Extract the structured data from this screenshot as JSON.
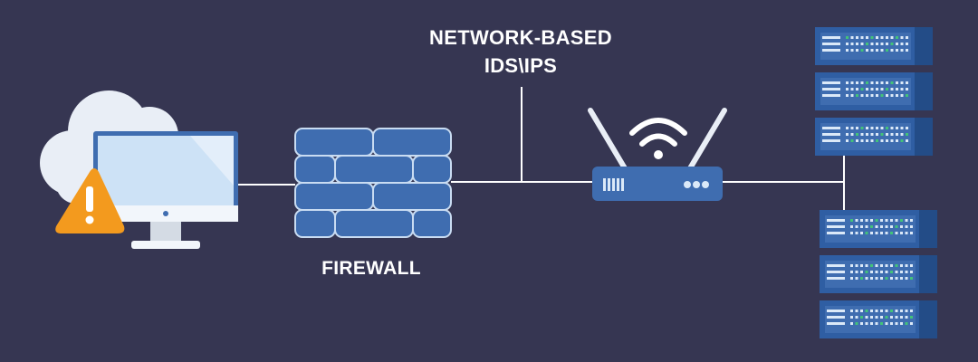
{
  "labels": {
    "ids_line1": "NETWORK-BASED",
    "ids_line2": "IDS\\IPS",
    "firewall": "FIREWALL"
  },
  "nodes": [
    {
      "id": "computer",
      "icon": "desktop-monitor-icon",
      "alert_icon": "warning-triangle-icon",
      "cloud_icon": "cloud-icon"
    },
    {
      "id": "firewall",
      "icon": "brick-wall-icon"
    },
    {
      "id": "ids-ips-tap",
      "icon": "tap-line"
    },
    {
      "id": "router",
      "icon": "wifi-router-icon"
    },
    {
      "id": "server-rack-top",
      "icon": "server-stack-icon"
    },
    {
      "id": "server-rack-bottom",
      "icon": "server-stack-icon"
    }
  ],
  "colors": {
    "background": "#363652",
    "device_blue": "#3f6db0",
    "device_light": "#dbe9f8",
    "line": "#ffffff",
    "warning": "#f39a1e",
    "led_green": "#43c27a"
  }
}
